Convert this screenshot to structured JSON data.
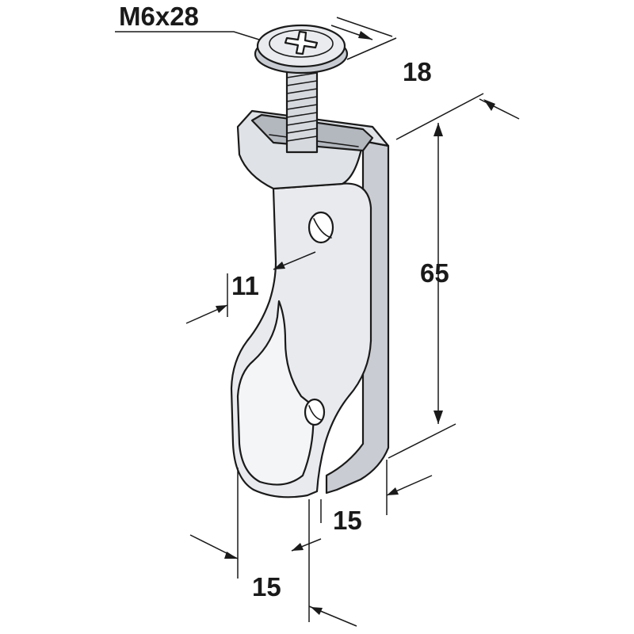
{
  "labels": {
    "screw": "M6x28",
    "top_depth": "18",
    "height": "65",
    "slot_width": "11",
    "right_width": "15",
    "bottom_width": "15"
  },
  "colors": {
    "metal_light": "#eef0f3",
    "metal_mid": "#d9dce1",
    "metal_dark": "#b9bdc4",
    "line": "#1a1a1a"
  }
}
